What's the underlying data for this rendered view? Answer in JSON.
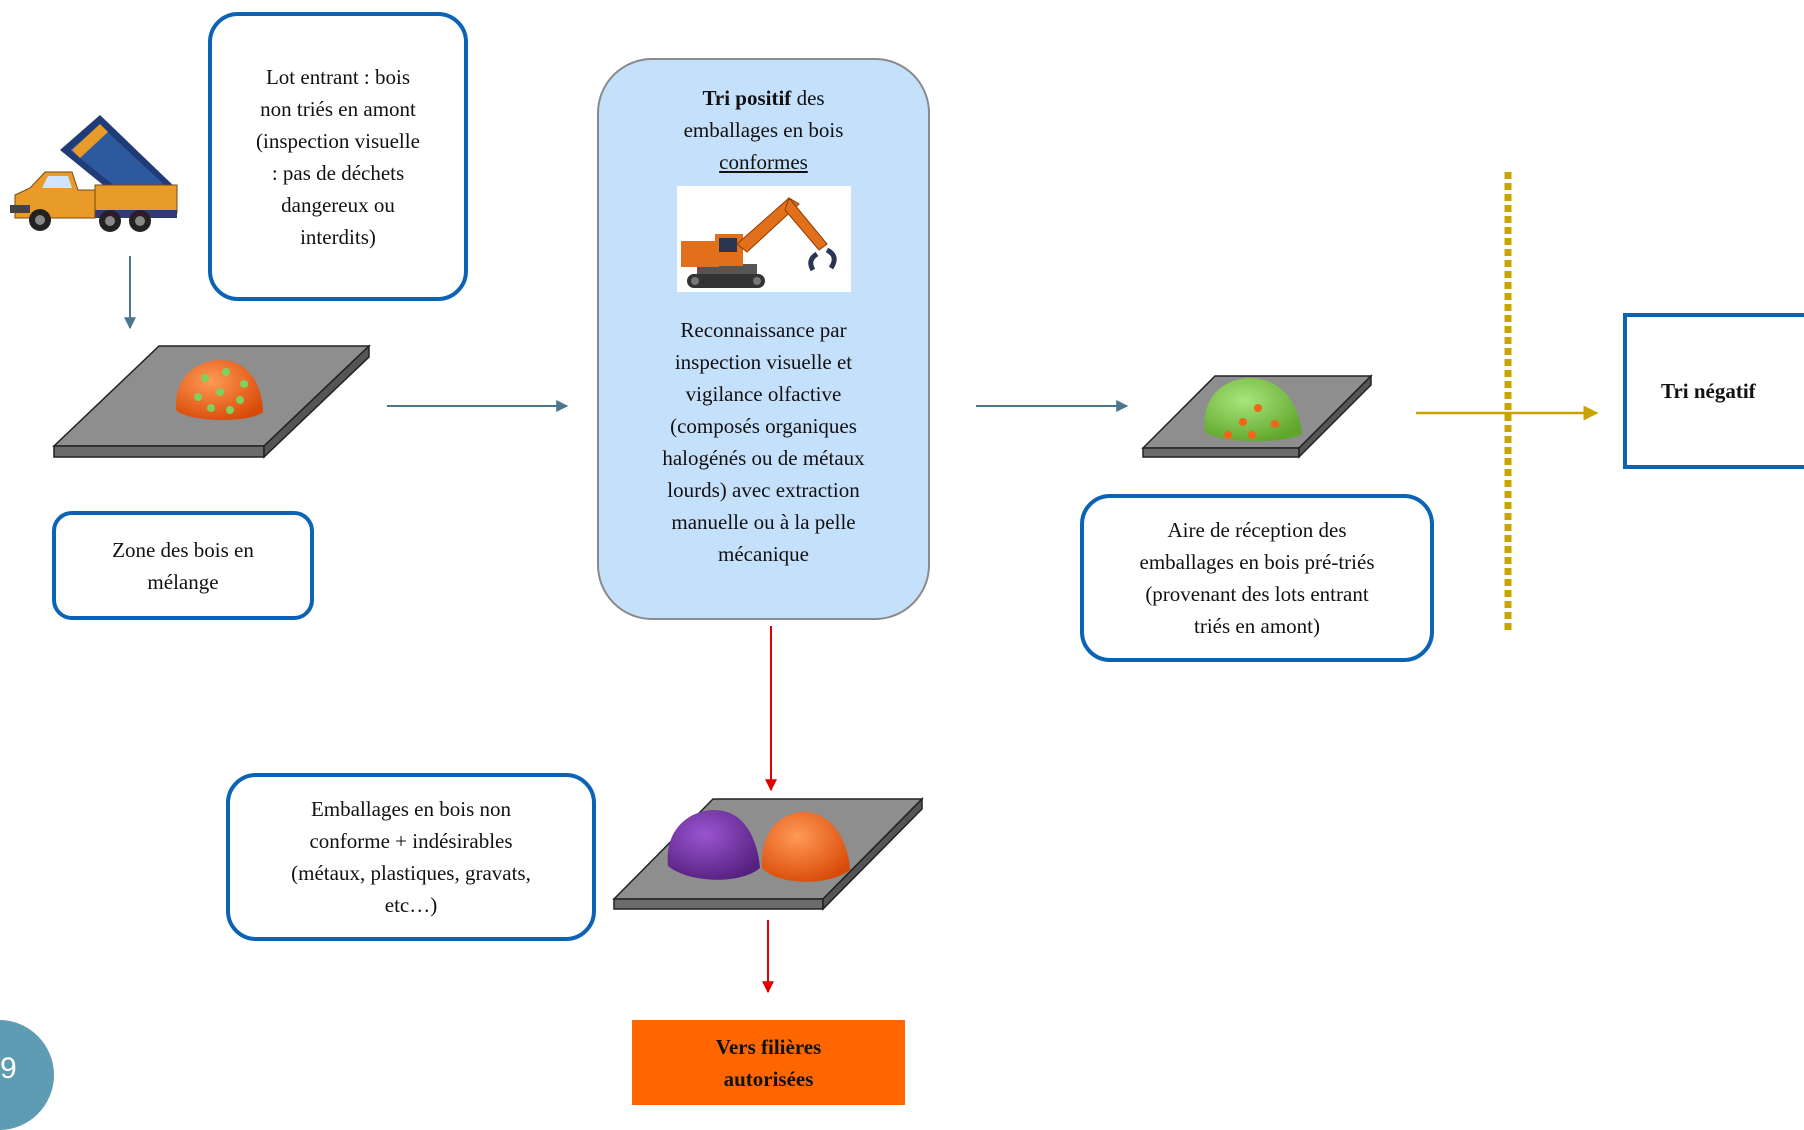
{
  "lot_box": {
    "lines": [
      "Lot entrant : bois",
      "non triés en amont",
      "(inspection visuelle",
      ": pas de déchets",
      "dangereux ou",
      "interdits)"
    ]
  },
  "zone_box": {
    "lines": [
      "Zone des bois en",
      "mélange"
    ]
  },
  "tri_positif_box": {
    "title_bold": "Tri positif",
    "title_rest": " des",
    "line2": "emballages en bois",
    "line3_underlined": "conformes",
    "body_lines": [
      "Reconnaissance par",
      "inspection visuelle et",
      "vigilance olfactive",
      "(composés organiques",
      "halogénés ou de métaux",
      "lourds) avec extraction",
      "manuelle ou à la pelle",
      "mécanique"
    ]
  },
  "reception_box": {
    "lines": [
      "Aire de réception des",
      "emballages en bois pré-triés",
      "(provenant des lots entrant",
      "triés en amont)"
    ]
  },
  "tri_negatif_box": {
    "label": "Tri négatif"
  },
  "non_conforme_box": {
    "lines": [
      "Emballages en bois non",
      "conforme + indésirables",
      "(métaux, plastiques, gravats,",
      "etc…)"
    ]
  },
  "filieres_box": {
    "lines": [
      "Vers filières",
      "autorisées"
    ]
  },
  "page_number": "9",
  "colors": {
    "box_border": "#0b63b6",
    "tri_positif_fill": "#c5e0fb",
    "arrow_blue": "#4a7690",
    "arrow_red": "#e00000",
    "arrow_gold": "#c8a400",
    "filieres_fill": "#ff6600",
    "pile_orange": "#f26417",
    "pile_green": "#7cc940",
    "pile_purple": "#7030a0"
  }
}
